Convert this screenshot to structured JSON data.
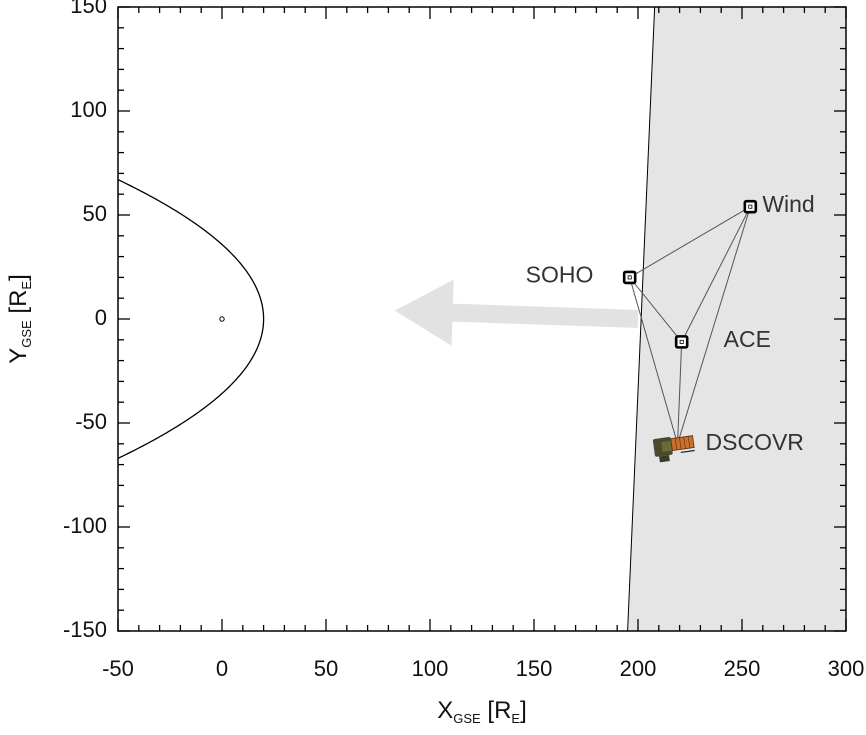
{
  "chart_data": {
    "type": "scatter",
    "title": "",
    "xlabel": {
      "main": "X",
      "sub": "GSE",
      "unit_open": " [R",
      "unit_sub": "E",
      "unit_close": "]"
    },
    "ylabel": {
      "main": "Y",
      "sub": "GSE",
      "unit_open": " [R",
      "unit_sub": "E",
      "unit_close": "]"
    },
    "xlim": [
      -50,
      300
    ],
    "ylim": [
      -150,
      150
    ],
    "xticks": [
      -50,
      0,
      50,
      100,
      150,
      200,
      250,
      300
    ],
    "yticks": [
      -150,
      -100,
      -50,
      0,
      50,
      100,
      150
    ],
    "xtick_labels": [
      "-50",
      "0",
      "50",
      "100",
      "150",
      "200",
      "250",
      "300"
    ],
    "ytick_labels": [
      "-150",
      "-100",
      "-50",
      "0",
      "50",
      "100",
      "150"
    ],
    "grid": false,
    "spacecraft": [
      {
        "name": "SOHO",
        "x": 196,
        "y": 20
      },
      {
        "name": "Wind",
        "x": 254,
        "y": 54
      },
      {
        "name": "ACE",
        "x": 221,
        "y": -11
      },
      {
        "name": "DSCOVR",
        "x": 219,
        "y": -60
      }
    ],
    "earth": {
      "x": 0,
      "y": 0
    },
    "bow_shock": {
      "nose_x": 20,
      "y_at_x_minus_50": 67
    },
    "shaded_region": {
      "x_at_top": 208,
      "x_at_bottom": 195,
      "color": "#e5e5e5"
    },
    "arrow": {
      "from": [
        200,
        0
      ],
      "to": [
        83,
        4
      ],
      "color": "#e2e2e2"
    },
    "colors": {
      "box_line": "#000000",
      "connection_line": "#555555",
      "dscovr_panel": "#c8702c",
      "dscovr_body": "#4a4a2e"
    }
  }
}
